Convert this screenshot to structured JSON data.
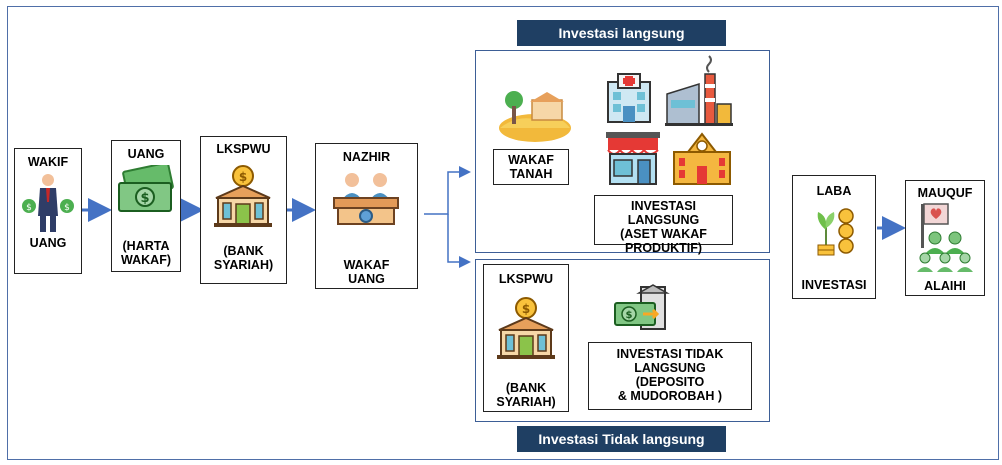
{
  "wakif": {
    "title": "WAKIF",
    "caption": "UANG"
  },
  "uang": {
    "title": "UANG",
    "caption": "(HARTA\nWAKAF)"
  },
  "lkspwu1": {
    "title": "LKSPWU",
    "caption": "(BANK\nSYARIAH)"
  },
  "nazhir": {
    "title": "NAZHIR",
    "caption": "WAKAF\nUANG"
  },
  "direct": {
    "banner": "Investasi langsung",
    "land_label": "WAKAF\nTANAH",
    "assets_label": "INVESTASI LANGSUNG\n(ASET WAKAF\nPRODUKTIF)"
  },
  "indirect": {
    "banner": "Investasi Tidak langsung",
    "lkspwu_title": "LKSPWU",
    "lkspwu_caption": "(BANK\nSYARIAH)",
    "label": "INVESTASI TIDAK\nLANGSUNG\n(DEPOSITO\n& MUDOROBAH )"
  },
  "laba": {
    "title": "LABA",
    "caption": "INVESTASI"
  },
  "mauquf": {
    "title": "MAUQUF",
    "caption": "ALAIHI"
  },
  "colors": {
    "arrow": "#4472c4",
    "banner": "#1f3f63",
    "border": "#3d5e96"
  }
}
